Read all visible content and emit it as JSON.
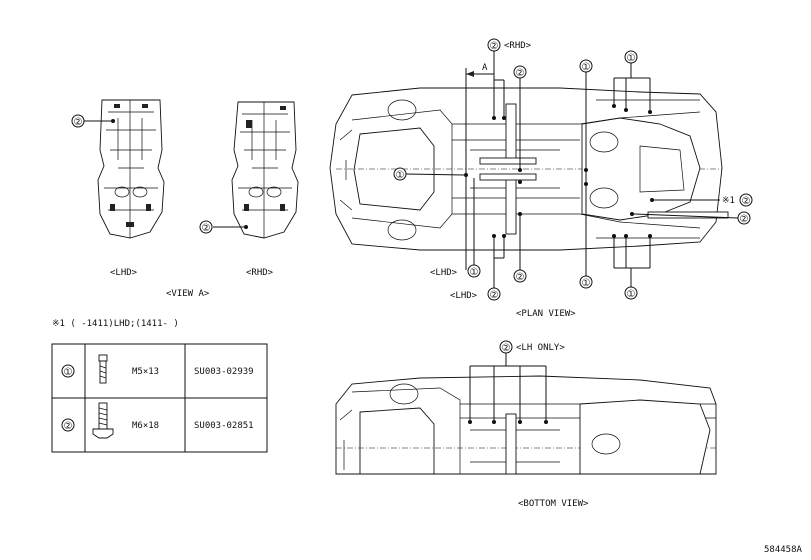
{
  "markers": {
    "one": "①",
    "two": "②"
  },
  "labels": {
    "rhd_top": "<RHD>",
    "arrow_a": "A",
    "lhd_view": "<LHD>",
    "rhd_view": "<RHD>",
    "view_a": "<VIEW A>",
    "lhd_1": "<LHD>",
    "lhd_2": "<LHD>",
    "plan_view": "<PLAN VIEW>",
    "note_mark": "※1",
    "note_line": "※1 (     -1411)LHD;(1411-     )",
    "lh_only": "<LH ONLY>",
    "bottom_view": "<BOTTOM VIEW>",
    "figure_id": "584458A"
  },
  "parts_table": {
    "rows": [
      {
        "marker": "①",
        "size": "M5×13",
        "part_number": "SU003-02939"
      },
      {
        "marker": "②",
        "size": "M6×18",
        "part_number": "SU003-02851"
      }
    ]
  }
}
